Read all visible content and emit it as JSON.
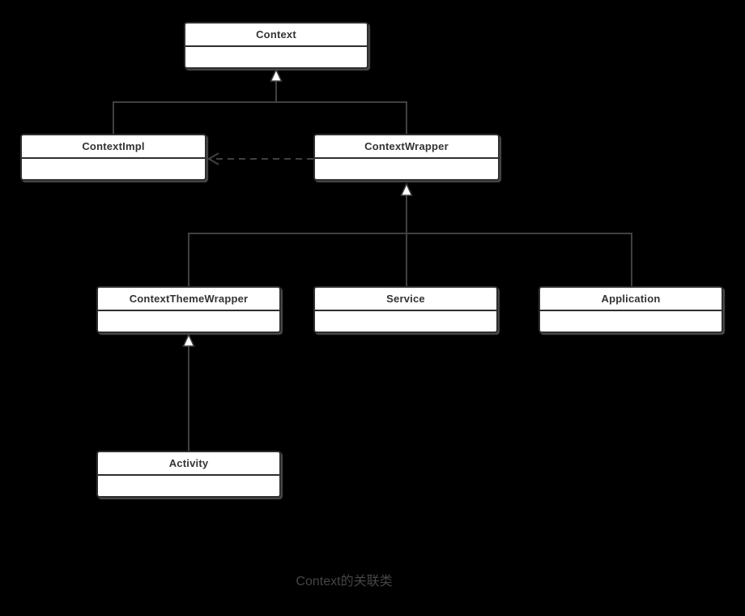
{
  "diagram": {
    "caption": "Context的关联类",
    "colors": {
      "background": "#000000",
      "box_fill": "#ffffff",
      "box_border": "#2e2e2e",
      "line": "#404040",
      "title_text": "#333333",
      "caption_text": "#454545"
    },
    "classes": [
      {
        "name": "Context"
      },
      {
        "name": "ContextImpl"
      },
      {
        "name": "ContextWrapper"
      },
      {
        "name": "ContextThemeWrapper"
      },
      {
        "name": "Service"
      },
      {
        "name": "Application"
      },
      {
        "name": "Activity"
      }
    ],
    "relations": [
      {
        "from": "ContextImpl",
        "to": "Context",
        "type": "inheritance",
        "line": "solid"
      },
      {
        "from": "ContextWrapper",
        "to": "Context",
        "type": "inheritance",
        "line": "solid"
      },
      {
        "from": "ContextThemeWrapper",
        "to": "ContextWrapper",
        "type": "inheritance",
        "line": "solid"
      },
      {
        "from": "Service",
        "to": "ContextWrapper",
        "type": "inheritance",
        "line": "solid"
      },
      {
        "from": "Application",
        "to": "ContextWrapper",
        "type": "inheritance",
        "line": "solid"
      },
      {
        "from": "Activity",
        "to": "ContextThemeWrapper",
        "type": "inheritance",
        "line": "solid"
      },
      {
        "from": "ContextWrapper",
        "to": "ContextImpl",
        "type": "dependency",
        "line": "dashed"
      }
    ]
  }
}
